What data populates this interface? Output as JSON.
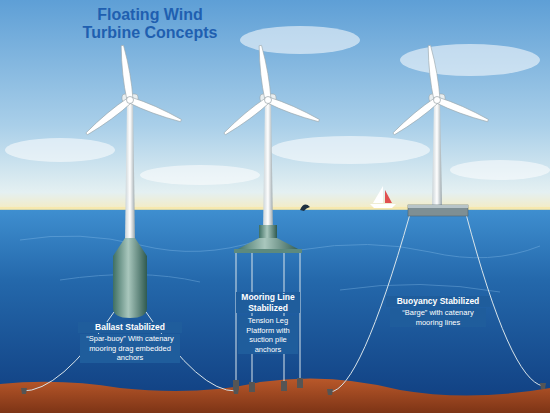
{
  "diagram": {
    "title": "Floating Wind Turbine Concepts",
    "labels": [
      "Ballast Stabilized",
      "“Spar-buoy” With catenary mooring drag embedded anchors",
      "Mooring Line Stabilized",
      "Tension Leg Platform with suction pile anchors",
      "Buoyancy Stabilized",
      "“Barge” with catenary mooring lines"
    ]
  }
}
